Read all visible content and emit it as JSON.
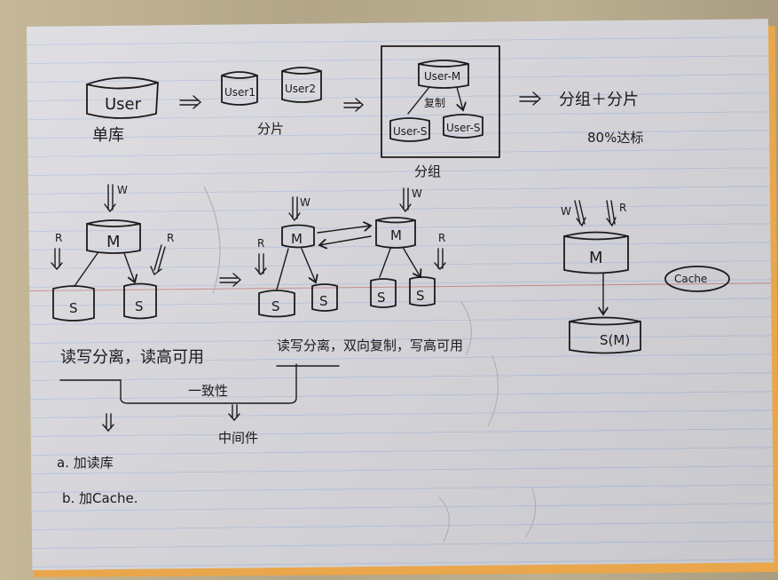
{
  "sketch": {
    "single_db": {
      "db": "User",
      "caption": "单库"
    },
    "sharding": {
      "db1": "User1",
      "db2": "User2",
      "caption": "分片"
    },
    "group": {
      "master": "User-M",
      "replicate": "复制",
      "slave1": "User-S",
      "slave2": "User-S",
      "caption": "分组"
    },
    "combined": {
      "caption": "分组＋分片",
      "note": "80%达标"
    },
    "ms_left": {
      "write": "W",
      "read_l": "R",
      "read_r": "R",
      "master": "M",
      "slave1": "S",
      "slave2": "S"
    },
    "ms_dual": {
      "write1": "W",
      "write2": "W",
      "read1": "R",
      "read2": "R",
      "m1": "M",
      "m2": "M",
      "s1": "S",
      "s2": "S",
      "s3": "S",
      "s4": "S"
    },
    "cache_arch": {
      "write": "W",
      "read": "R",
      "master": "M",
      "cache": "Cache",
      "slave": "S(M)"
    },
    "notes": {
      "rw_split": "读写分离，读高可用",
      "rw_dual": "读写分离，双向复制，写高可用",
      "consistency": "一致性",
      "middleware": "中间件",
      "opt_a": "a. 加读库",
      "opt_b": "b. 加Cache."
    }
  }
}
